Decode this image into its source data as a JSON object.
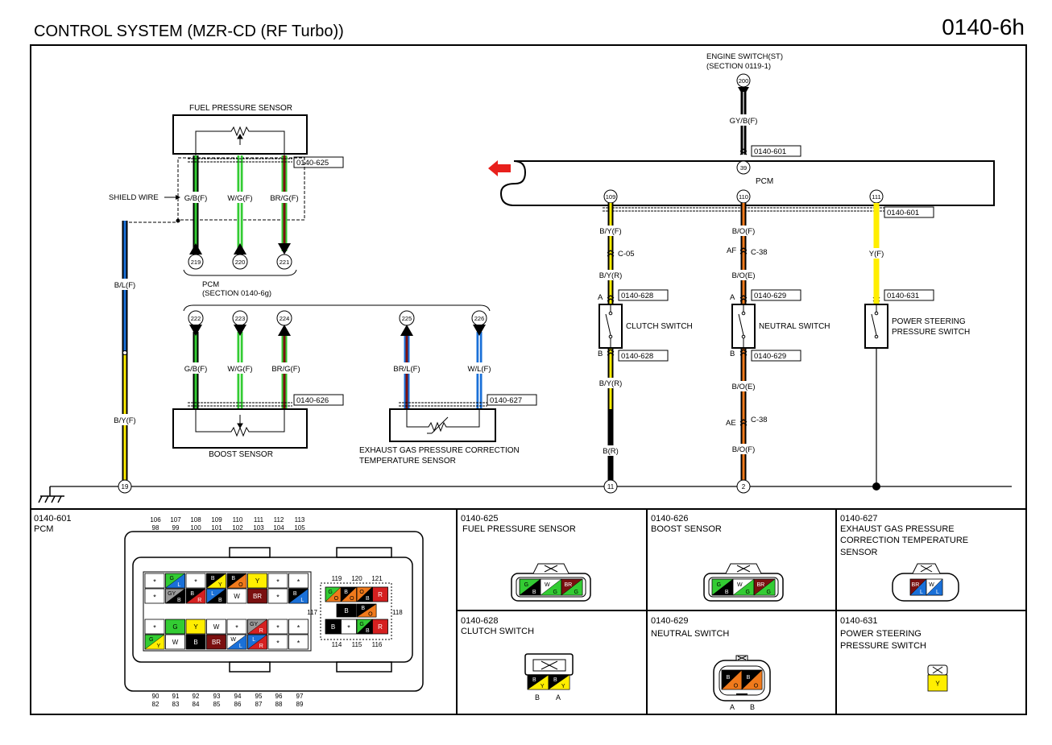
{
  "header": {
    "title": "CONTROL SYSTEM (MZR-CD (RF Turbo))",
    "page_code": "0140-6h"
  },
  "colors": {
    "black": "#000000",
    "green": "#33cc33",
    "yellow": "#ffee00",
    "red": "#d52020",
    "blue": "#1a70d8",
    "orange": "#f07a1c",
    "brown": "#7a1010",
    "gray": "#9a9a9a",
    "arrow": "#e8201c"
  },
  "pcm_left": {
    "label": "PCM",
    "section": "(SECTION 0140-6g)",
    "pins_top": [
      "219",
      "220",
      "221"
    ],
    "pins_bottom": [
      "222",
      "223",
      "224",
      "225",
      "226"
    ]
  },
  "fuel_pressure_sensor": {
    "name": "FUEL PRESSURE SENSOR",
    "connector": "0140-625",
    "wires": [
      "G/B(F)",
      "W/G(F)",
      "BR/G(F)"
    ],
    "shield": "SHIELD WIRE"
  },
  "boost_sensor": {
    "name": "BOOST SENSOR",
    "connector": "0140-626",
    "wires": [
      "G/B(F)",
      "W/G(F)",
      "BR/G(F)"
    ]
  },
  "exhaust_sensor": {
    "name_line1": "EXHAUST GAS PRESSURE CORRECTION",
    "name_line2": "TEMPERATURE SENSOR",
    "connector": "0140-627",
    "wires": [
      "BR/L(F)",
      "W/L(F)"
    ]
  },
  "shield_ground": {
    "wire_upper": "B/L(F)",
    "wire_lower": "B/Y(F)",
    "pin": "19"
  },
  "engine_switch": {
    "line1": "ENGINE SWITCH(ST)",
    "line2": "(SECTION 0119-1)",
    "pin": "200",
    "wire": "GY/B(F)",
    "connector": "0140-601"
  },
  "pcm_right": {
    "label": "PCM",
    "pin_top": "39",
    "pins": [
      "109",
      "110",
      "111"
    ],
    "connector": "0140-601"
  },
  "clutch_switch": {
    "name": "CLUTCH SWITCH",
    "connector": "0140-628",
    "wire1": "B/Y(F)",
    "joint": "C-05",
    "wire2": "B/Y(R)",
    "wire3": "B/Y(R)",
    "wire4": "B(R)",
    "term_a": "A",
    "term_b": "B",
    "ground_pin": "11"
  },
  "neutral_switch": {
    "name": "NEUTRAL SWITCH",
    "connector": "0140-629",
    "wire1": "B/O(F)",
    "joint1_prefix": "AF",
    "joint1": "C-38",
    "wire2": "B/O(E)",
    "wire3": "B/O(E)",
    "joint2_prefix": "AE",
    "joint2": "C-38",
    "wire4": "B/O(F)",
    "term_a": "A",
    "term_b": "B",
    "ground_pin": "2"
  },
  "ps_switch": {
    "name_line1": "POWER STEERING",
    "name_line2": "PRESSURE SWITCH",
    "connector": "0140-631",
    "wire": "Y(F)"
  },
  "panels": {
    "pcm": {
      "code": "0140-601",
      "name": "PCM",
      "top_row1": [
        "106",
        "107",
        "108",
        "109",
        "110",
        "111",
        "112",
        "113"
      ],
      "top_row2": [
        "98",
        "99",
        "100",
        "101",
        "102",
        "103",
        "104",
        "105"
      ],
      "bottom_row1": [
        "90",
        "91",
        "92",
        "93",
        "94",
        "95",
        "96",
        "97"
      ],
      "bottom_row2": [
        "82",
        "83",
        "84",
        "85",
        "86",
        "87",
        "88",
        "89"
      ],
      "cavity_top": [
        "119",
        "120",
        "121"
      ],
      "cavity_bottom": [
        "114",
        "115",
        "116"
      ],
      "cavity_left": "117",
      "cavity_right": "118"
    },
    "fuel": {
      "code": "0140-625",
      "name": "FUEL PRESSURE SENSOR"
    },
    "boost": {
      "code": "0140-626",
      "name": "BOOST SENSOR"
    },
    "exhaust": {
      "code": "0140-627",
      "name_line1": "EXHAUST GAS PRESSURE",
      "name_line2": "CORRECTION TEMPERATURE",
      "name_line3": "SENSOR"
    },
    "clutch": {
      "code": "0140-628",
      "name": "CLUTCH SWITCH",
      "pin_a": "A",
      "pin_b": "B"
    },
    "neutral": {
      "code": "0140-629",
      "name": "NEUTRAL SWITCH",
      "pin_a": "A",
      "pin_b": "B"
    },
    "ps": {
      "code": "0140-631",
      "name_line1": "POWER STEERING",
      "name_line2": "PRESSURE SWITCH"
    }
  },
  "pin_codes": {
    "G": "G",
    "L": "L",
    "B": "B",
    "R": "R",
    "Y": "Y",
    "W": "W",
    "GY": "GY",
    "BR": "BR",
    "O": "O",
    "star": "*"
  }
}
